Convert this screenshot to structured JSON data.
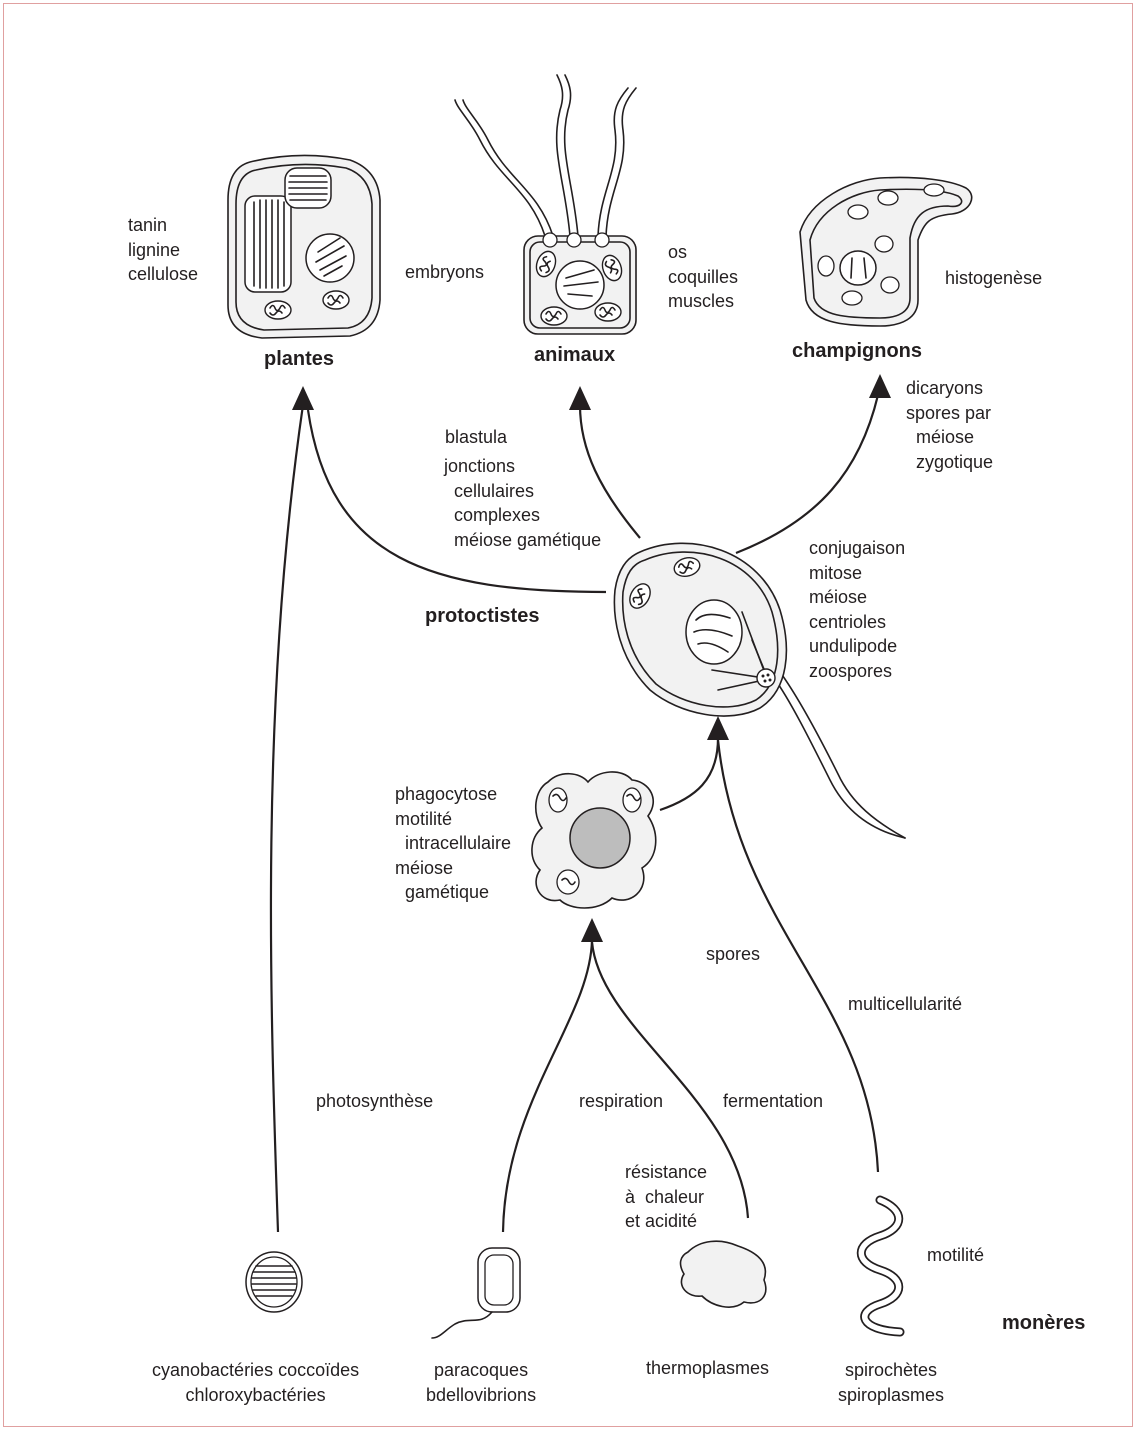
{
  "kingdoms": {
    "plants": "plantes",
    "animals": "animaux",
    "fungi": "champignons",
    "protoctists": "protoctistes",
    "monera": "monères"
  },
  "traits": {
    "plants": "tanin\nlignine\ncellulose",
    "embryos": "embryons",
    "animals": "os\ncoquilles\nmuscles",
    "fungi": "histogenèse",
    "fungi_path": "dicaryons\nspores par\n  méiose\n  zygotique",
    "animal_path_1": "blastula",
    "animal_path_2": "jonctions\n  cellulaires\n  complexes\n  méiose gamétique",
    "protoctists": "conjugaison\nmitose\nméiose\ncentrioles\nundulipode\nzoospores",
    "amoeba": "phagocytose\nmotilité\n  intracellulaire\nméiose\n  gamétique",
    "spores": "spores",
    "multicellularity": "multicellularité",
    "photosynthesis": "photosynthèse",
    "respiration": "respiration",
    "fermentation": "fermentation",
    "resistance": "résistance\nà  chaleur\net acidité",
    "motility": "motilité"
  },
  "organisms": {
    "cyano": "cyanobactéries coccoïdes\nchloroxybactéries",
    "paracocci": "paracoques\nbdellovibrions",
    "thermoplasma": "thermoplasmes",
    "spirochetes": "spirochètes\nspiroplasmes"
  },
  "colors": {
    "line": "#231f20",
    "cell_fill": "#f2f2f2",
    "nucleus_fill": "#bdbdbd",
    "frame": "#e0a0a0"
  }
}
